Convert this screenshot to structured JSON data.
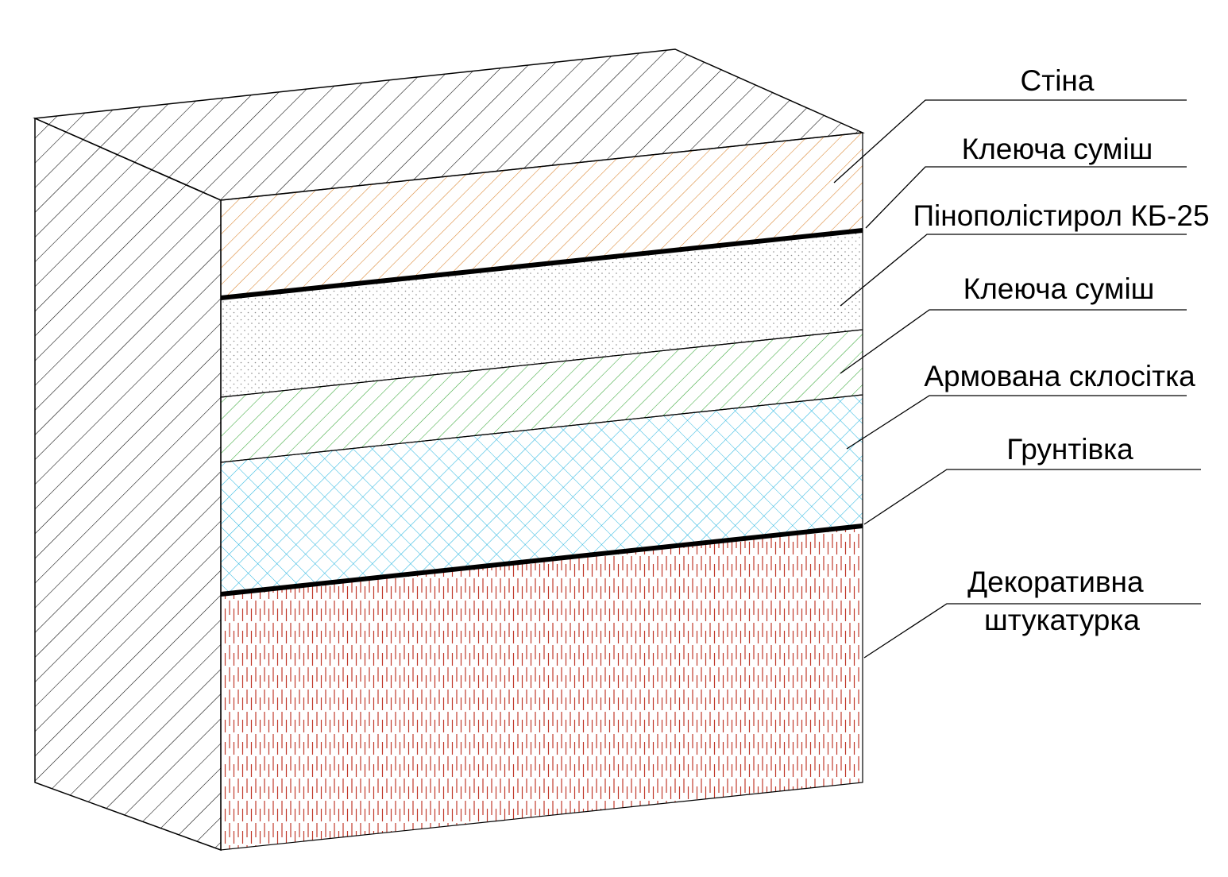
{
  "layers": [
    {
      "id": "wall",
      "label": [
        "Стіна"
      ],
      "color": "#000000"
    },
    {
      "id": "adhesive-1",
      "label": [
        "Клеюча суміш"
      ],
      "color": "#d9822b"
    },
    {
      "id": "eps",
      "label": [
        "Пінополістирол КБ-25"
      ],
      "color": "#666666"
    },
    {
      "id": "adhesive-2",
      "label": [
        "Клеюча суміш"
      ],
      "color": "#3aa83a"
    },
    {
      "id": "mesh",
      "label": [
        "Армована склосітка"
      ],
      "color": "#29b6e0"
    },
    {
      "id": "primer",
      "label": [
        "Грунтівка"
      ],
      "color": "#000000"
    },
    {
      "id": "plaster",
      "label": [
        "Декоративна",
        "штукатурка"
      ],
      "color": "#c0392b"
    }
  ]
}
